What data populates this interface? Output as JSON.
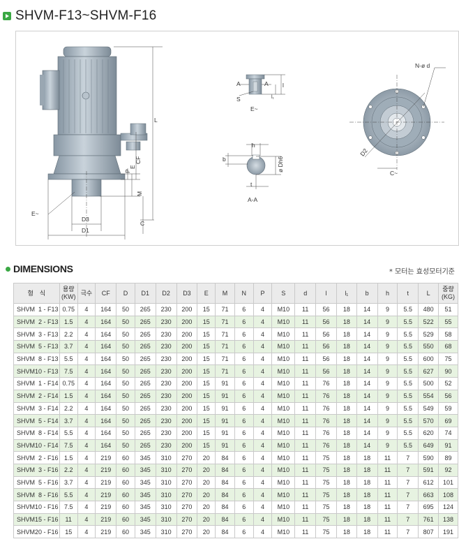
{
  "page": {
    "title": "SHVM-F13~SHVM-F16",
    "section_title": "DIMENSIONS",
    "note": "* 모터는 효성모터기준"
  },
  "drawing_labels": {
    "L": "L",
    "CF": "CF",
    "E": "E",
    "P": "P",
    "M": "M",
    "C": "C",
    "D3": "D3",
    "D1": "D1",
    "E_tilde_left": "E~",
    "A": "A",
    "S": "S",
    "l": "l",
    "l1": "l₁",
    "E_tilde": "E~",
    "h": "h",
    "b": "b",
    "t": "t",
    "phiDh6": "ø Dh6",
    "AA": "A-A",
    "Nphid": "N-ø d",
    "D2": "D2",
    "C_tilde": "C~"
  },
  "table": {
    "headers": [
      "형　식",
      "용량\n(KW)",
      "극수",
      "CF",
      "D",
      "D1",
      "D2",
      "D3",
      "E",
      "M",
      "N",
      "P",
      "S",
      "d",
      "l",
      "l₁",
      "b",
      "h",
      "t",
      "L",
      "중량\n(KG)"
    ],
    "rows": [
      [
        "SHVM  1 - F13",
        "0.75",
        "4",
        "164",
        "50",
        "265",
        "230",
        "200",
        "15",
        "71",
        "6",
        "4",
        "M10",
        "11",
        "56",
        "18",
        "14",
        "9",
        "5.5",
        "480",
        "51"
      ],
      [
        "SHVM  2 - F13",
        "1.5",
        "4",
        "164",
        "50",
        "265",
        "230",
        "200",
        "15",
        "71",
        "6",
        "4",
        "M10",
        "11",
        "56",
        "18",
        "14",
        "9",
        "5.5",
        "522",
        "55"
      ],
      [
        "SHVM  3 - F13",
        "2.2",
        "4",
        "164",
        "50",
        "265",
        "230",
        "200",
        "15",
        "71",
        "6",
        "4",
        "M10",
        "11",
        "56",
        "18",
        "14",
        "9",
        "5.5",
        "529",
        "58"
      ],
      [
        "SHVM  5 - F13",
        "3.7",
        "4",
        "164",
        "50",
        "265",
        "230",
        "200",
        "15",
        "71",
        "6",
        "4",
        "M10",
        "11",
        "56",
        "18",
        "14",
        "9",
        "5.5",
        "550",
        "68"
      ],
      [
        "SHVM  8 - F13",
        "5.5",
        "4",
        "164",
        "50",
        "265",
        "230",
        "200",
        "15",
        "71",
        "6",
        "4",
        "M10",
        "11",
        "56",
        "18",
        "14",
        "9",
        "5.5",
        "600",
        "75"
      ],
      [
        "SHVM10 - F13",
        "7.5",
        "4",
        "164",
        "50",
        "265",
        "230",
        "200",
        "15",
        "71",
        "6",
        "4",
        "M10",
        "11",
        "56",
        "18",
        "14",
        "9",
        "5.5",
        "627",
        "90"
      ],
      [
        "SHVM  1 - F14",
        "0.75",
        "4",
        "164",
        "50",
        "265",
        "230",
        "200",
        "15",
        "91",
        "6",
        "4",
        "M10",
        "11",
        "76",
        "18",
        "14",
        "9",
        "5.5",
        "500",
        "52"
      ],
      [
        "SHVM  2 - F14",
        "1.5",
        "4",
        "164",
        "50",
        "265",
        "230",
        "200",
        "15",
        "91",
        "6",
        "4",
        "M10",
        "11",
        "76",
        "18",
        "14",
        "9",
        "5.5",
        "554",
        "56"
      ],
      [
        "SHVM  3 - F14",
        "2.2",
        "4",
        "164",
        "50",
        "265",
        "230",
        "200",
        "15",
        "91",
        "6",
        "4",
        "M10",
        "11",
        "76",
        "18",
        "14",
        "9",
        "5.5",
        "549",
        "59"
      ],
      [
        "SHVM  5 - F14",
        "3.7",
        "4",
        "164",
        "50",
        "265",
        "230",
        "200",
        "15",
        "91",
        "6",
        "4",
        "M10",
        "11",
        "76",
        "18",
        "14",
        "9",
        "5.5",
        "570",
        "69"
      ],
      [
        "SHVM  8 - F14",
        "5.5",
        "4",
        "164",
        "50",
        "265",
        "230",
        "200",
        "15",
        "91",
        "6",
        "4",
        "M10",
        "11",
        "76",
        "18",
        "14",
        "9",
        "5.5",
        "620",
        "74"
      ],
      [
        "SHVM10 - F14",
        "7.5",
        "4",
        "164",
        "50",
        "265",
        "230",
        "200",
        "15",
        "91",
        "6",
        "4",
        "M10",
        "11",
        "76",
        "18",
        "14",
        "9",
        "5.5",
        "649",
        "91"
      ],
      [
        "SHVM  2 - F16",
        "1.5",
        "4",
        "219",
        "60",
        "345",
        "310",
        "270",
        "20",
        "84",
        "6",
        "4",
        "M10",
        "11",
        "75",
        "18",
        "18",
        "11",
        "7",
        "590",
        "89"
      ],
      [
        "SHVM  3 - F16",
        "2.2",
        "4",
        "219",
        "60",
        "345",
        "310",
        "270",
        "20",
        "84",
        "6",
        "4",
        "M10",
        "11",
        "75",
        "18",
        "18",
        "11",
        "7",
        "591",
        "92"
      ],
      [
        "SHVM  5 - F16",
        "3.7",
        "4",
        "219",
        "60",
        "345",
        "310",
        "270",
        "20",
        "84",
        "6",
        "4",
        "M10",
        "11",
        "75",
        "18",
        "18",
        "11",
        "7",
        "612",
        "101"
      ],
      [
        "SHVM  8 - F16",
        "5.5",
        "4",
        "219",
        "60",
        "345",
        "310",
        "270",
        "20",
        "84",
        "6",
        "4",
        "M10",
        "11",
        "75",
        "18",
        "18",
        "11",
        "7",
        "663",
        "108"
      ],
      [
        "SHVM10 - F16",
        "7.5",
        "4",
        "219",
        "60",
        "345",
        "310",
        "270",
        "20",
        "84",
        "6",
        "4",
        "M10",
        "11",
        "75",
        "18",
        "18",
        "11",
        "7",
        "695",
        "124"
      ],
      [
        "SHVM15 - F16",
        "11",
        "4",
        "219",
        "60",
        "345",
        "310",
        "270",
        "20",
        "84",
        "6",
        "4",
        "M10",
        "11",
        "75",
        "18",
        "18",
        "11",
        "7",
        "761",
        "138"
      ],
      [
        "SHVM20 - F16",
        "15",
        "4",
        "219",
        "60",
        "345",
        "310",
        "270",
        "20",
        "84",
        "6",
        "4",
        "M10",
        "11",
        "75",
        "18",
        "18",
        "11",
        "7",
        "807",
        "191"
      ]
    ]
  },
  "colors": {
    "accent": "#3aa844",
    "row_alt": "#e7f3e1",
    "header_bg": "#ebebeb",
    "metal": "#a9b7c2"
  }
}
